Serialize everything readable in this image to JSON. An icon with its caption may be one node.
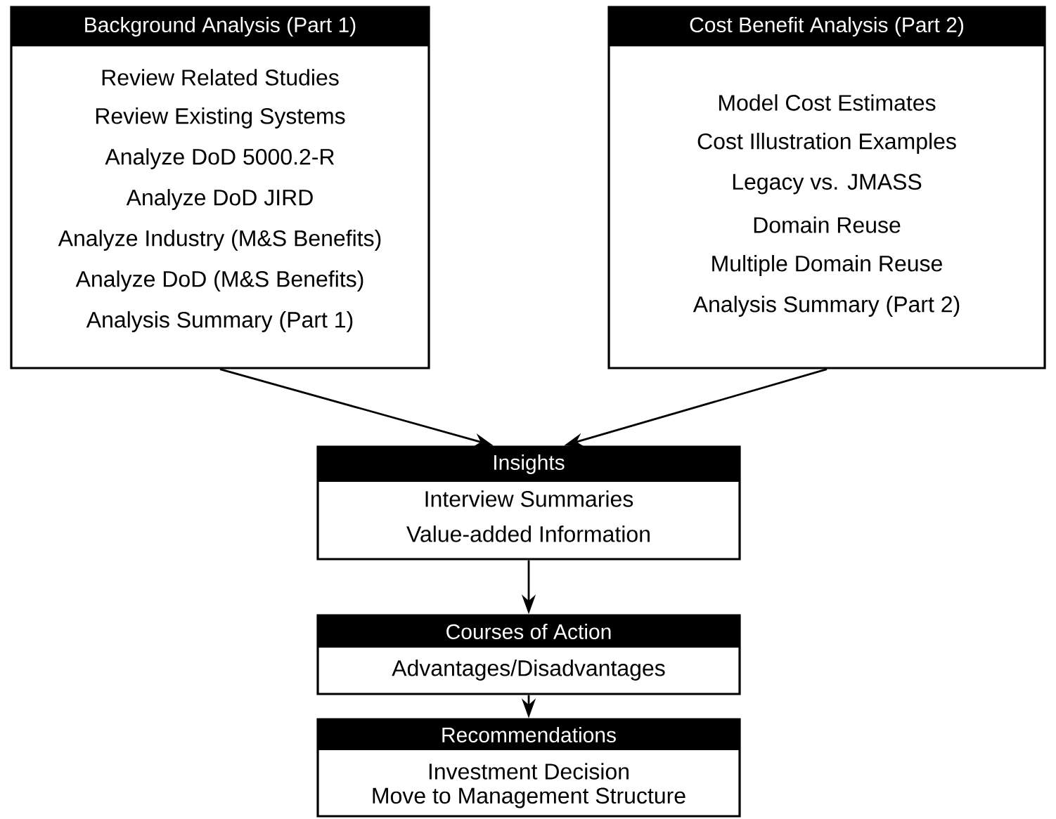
{
  "diagram": {
    "nodes": [
      {
        "text": [
          "Background Analysis (Part 1)",
          "Review Related Studies",
          "Review Existing Systems",
          "Analyze DoD 5000.2-R",
          "Analyze DoD JIRD",
          "Analyze Industry (M&S Benefits)",
          "Analyze DoD (M&S Benefits)",
          "Analysis Summary (Part 1)"
        ]
      },
      {
        "text": [
          "Cost Benefit  Analysis (Part 2)",
          "Model Cost Estimates",
          "Cost Illustration Examples",
          "Legacy vs. JMASS",
          "Domain Reuse",
          "Multiple Domain Reuse",
          "Analysis Summary (Part 2)"
        ]
      },
      {
        "text": [
          "Insights",
          "Interview Summaries",
          "Value-added Information"
        ]
      },
      {
        "text": [
          "Courses of Action",
          "Advantages/Disadvantages"
        ]
      },
      {
        "text": [
          "Recommendations",
          "Investment Decision",
          "Move to Management Structure"
        ]
      }
    ],
    "edges": [
      {
        "from": 0,
        "to": 2,
        "arrow": "to"
      },
      {
        "from": 1,
        "to": 2,
        "arrow": "to"
      },
      {
        "from": 2,
        "to": 3,
        "arrow": "to"
      },
      {
        "from": 3,
        "to": 4,
        "arrow": "to"
      }
    ]
  }
}
